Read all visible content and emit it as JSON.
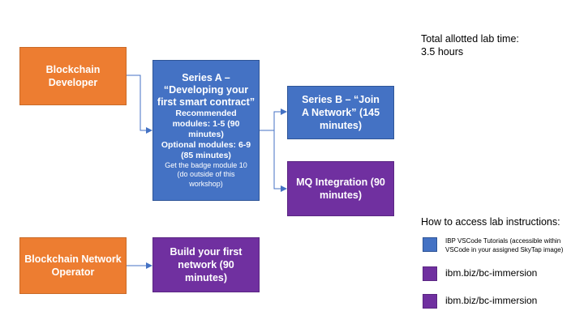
{
  "boxes": {
    "blockchain_developer": "Blockchain Developer",
    "series_a": {
      "title_1": "Series A –",
      "title_2": "“Developing your",
      "title_3": "first smart contract”",
      "recommended_1": "Recommended",
      "recommended_2": "modules: 1-5 (90",
      "recommended_3": "minutes)",
      "optional_1": "Optional modules: 6-9",
      "optional_2": "(85 minutes)",
      "badge_1": "Get the badge module 10",
      "badge_2": "(do outside of this",
      "badge_3": "workshop)"
    },
    "series_b": "Series B – “Join A Network” (145 minutes)",
    "mq_integration": "MQ Integration (90 minutes)",
    "network_operator": "Blockchain Network Operator",
    "build_network": "Build your first network (90 minutes)"
  },
  "lab_time": {
    "line1": "Total allotted lab time:",
    "line2": "3.5 hours"
  },
  "legend": {
    "heading": "How to access lab instructions:",
    "items": [
      {
        "color": "#4472c4",
        "text_1": "IBP VSCode Tutorials (accessible within",
        "text_2": "VSCode in your assigned SkyTap image)"
      },
      {
        "color": "#7030a0",
        "text": "ibm.biz/bc-immersion"
      },
      {
        "color": "#7030a0",
        "text": "ibm.biz/bc-immersion"
      }
    ]
  },
  "colors": {
    "orange": "#ed7d31",
    "blue": "#4472c4",
    "purple": "#7030a0",
    "connector": "#4472c4"
  }
}
